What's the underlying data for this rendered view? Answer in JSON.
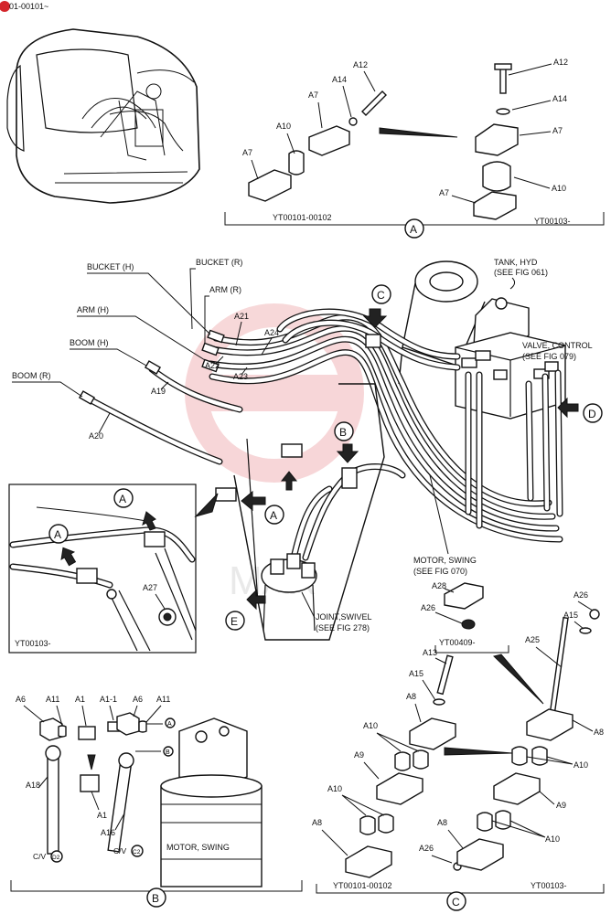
{
  "header": {
    "code": "01-00101~"
  },
  "detail_a": {
    "letter": "A",
    "left_serial": "YT00101-00102",
    "right_serial": "YT00103-",
    "labels": [
      "A12",
      "A14",
      "A7",
      "A10",
      "A7",
      "A12",
      "A14",
      "A7",
      "A10",
      "A7"
    ]
  },
  "main": {
    "hose_labels": [
      "BUCKET (H)",
      "BUCKET (R)",
      "ARM (R)",
      "ARM (H)",
      "BOOM (H)",
      "BOOM (R)"
    ],
    "part_labels": [
      "A21",
      "A24",
      "A22",
      "A23",
      "A19",
      "A20"
    ],
    "callouts": [
      "C",
      "B",
      "A",
      "D",
      "E"
    ],
    "tank": {
      "line1": "TANK, HYD",
      "line2": "(SEE FIG 061)"
    },
    "valve": {
      "line1": "VALVE, CONTROL",
      "line2": "(SEE FIG 079)"
    },
    "swing_motor": {
      "line1": "MOTOR, SWING",
      "line2": "(SEE FIG 070)"
    },
    "swivel": {
      "line1": "JOINT,SWIVEL",
      "line2": "(SEE FIG 278)"
    }
  },
  "inset": {
    "serial": "YT00103-",
    "callout": "A",
    "labels": [
      "A27"
    ]
  },
  "small_inset": {
    "serial": "YT00409-",
    "labels": [
      "A28",
      "A26"
    ]
  },
  "detail_b": {
    "letter": "B",
    "labels": [
      "A6",
      "A11",
      "A1",
      "A1-1",
      "A6",
      "A11",
      "A1",
      "A18",
      "A16"
    ],
    "cv_left": "C/V",
    "cv_left_code": "D2",
    "cv_right": "C/V",
    "cv_right_code": "C2",
    "motor_label": "MOTOR, SWING",
    "arrow_a": "A",
    "arrow_b": "B"
  },
  "detail_c": {
    "letter": "C",
    "left_serial": "YT00101-00102",
    "right_serial": "YT00103-",
    "left_labels": [
      "A13",
      "A15",
      "A8",
      "A10",
      "A9",
      "A10",
      "A8",
      "A26"
    ],
    "right_labels": [
      "A26",
      "A15",
      "A25",
      "A8",
      "A10",
      "A9",
      "A8",
      "A10"
    ]
  },
  "watermark": "MAX"
}
